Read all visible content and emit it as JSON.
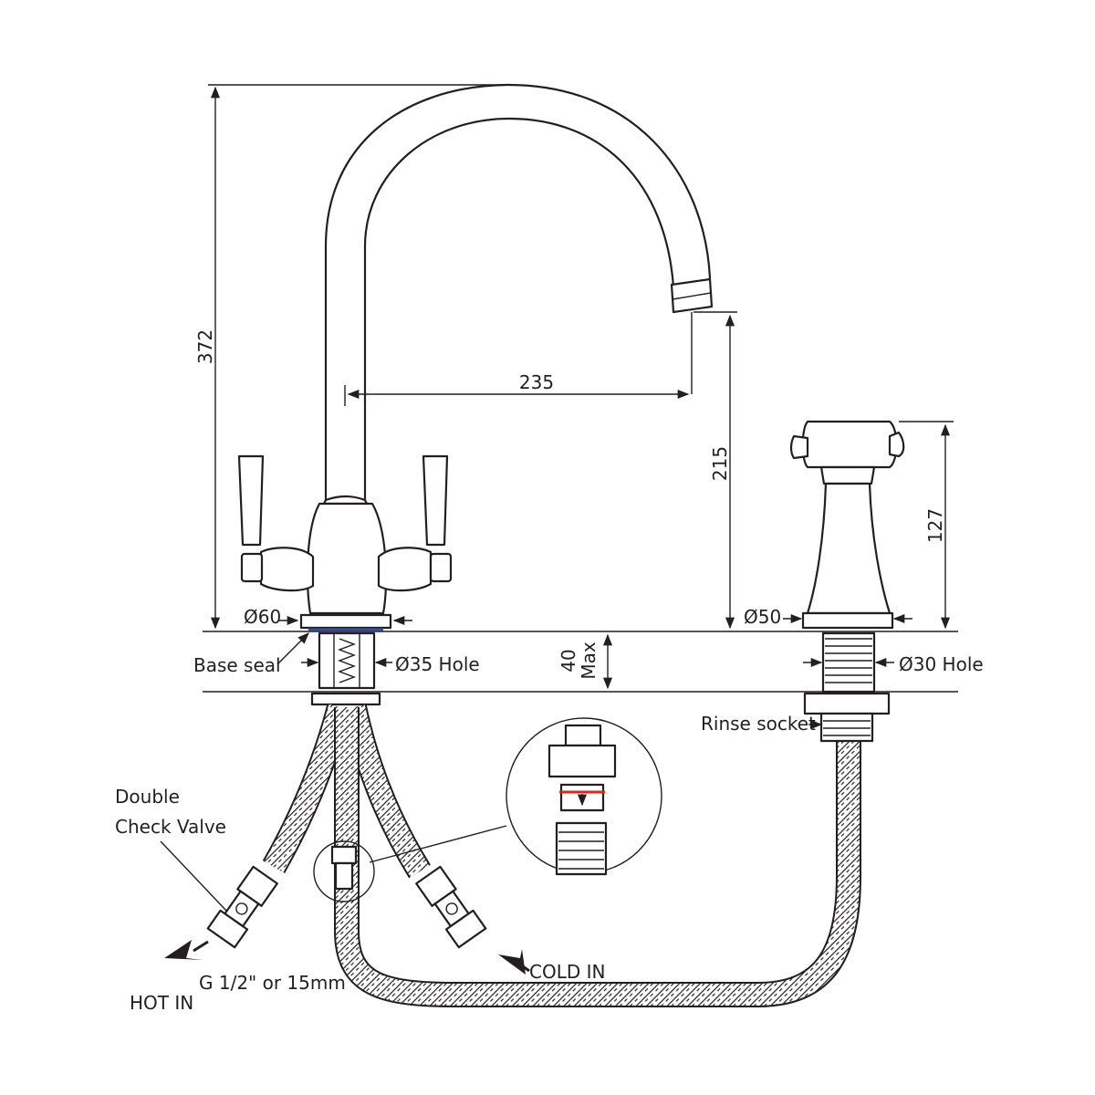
{
  "dimensions": {
    "overall_height": "372",
    "spout_reach": "235",
    "spout_height": "215",
    "rinse_height": "127",
    "base_diameter": "Ø60",
    "rinse_base_diameter": "Ø50",
    "deck_thickness": "40",
    "deck_thickness_note": "Max"
  },
  "labels": {
    "base_seal": "Base seal",
    "hole_35": "Ø35 Hole",
    "hole_30": "Ø30 Hole",
    "rinse_socket": "Rinse socket",
    "double_check_line1": "Double",
    "double_check_line2": "Check Valve",
    "hot_in": "HOT IN",
    "cold_in": "COLD IN",
    "thread_size": "G 1/2\" or 15mm"
  },
  "colors": {
    "line": "#231f20",
    "seal_ring": "#3a4fa0",
    "detail_marker": "#e0261b"
  }
}
